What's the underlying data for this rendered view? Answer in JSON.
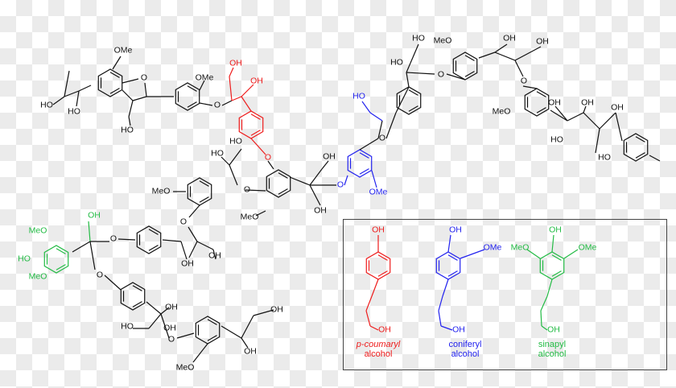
{
  "colors": {
    "black": "#111111",
    "p_coumaryl": "#ee1c1c",
    "coniferyl": "#2222ee",
    "sinapyl": "#22bb44",
    "checker": "#ebebeb"
  },
  "atom_labels": [
    "OMe",
    "HO",
    "HO",
    "HO",
    "O",
    "OMe",
    "O",
    "OH",
    "OH",
    "O",
    "HO",
    "HO",
    "O",
    "MeO",
    "MeO",
    "OH",
    "OH",
    "O",
    "OMe",
    "HO",
    "O",
    "HO",
    "HO",
    "MeO",
    "O",
    "OH",
    "OH",
    "O",
    "MeO",
    "OH",
    "OH",
    "OH",
    "HO",
    "HO",
    "MeO",
    "HO",
    "MeO",
    "OH",
    "O",
    "O",
    "O",
    "OH",
    "OH",
    "HO",
    "OH",
    "OH",
    "O",
    "MeO",
    "OH",
    "OH"
  ],
  "legend": {
    "p_coumaryl": {
      "top": "OH",
      "bottom": "OH",
      "name_line1": "p-coumaryl",
      "name_line2": "alcohol"
    },
    "coniferyl": {
      "top": "OH",
      "sub": "OMe",
      "bottom": "OH",
      "name_line1": "coniferyl",
      "name_line2": "alcohol"
    },
    "sinapyl": {
      "top": "OH",
      "sub_left": "MeO",
      "sub_right": "OMe",
      "bottom": "OH",
      "name_line1": "sinapyl",
      "name_line2": "alcohol"
    }
  }
}
